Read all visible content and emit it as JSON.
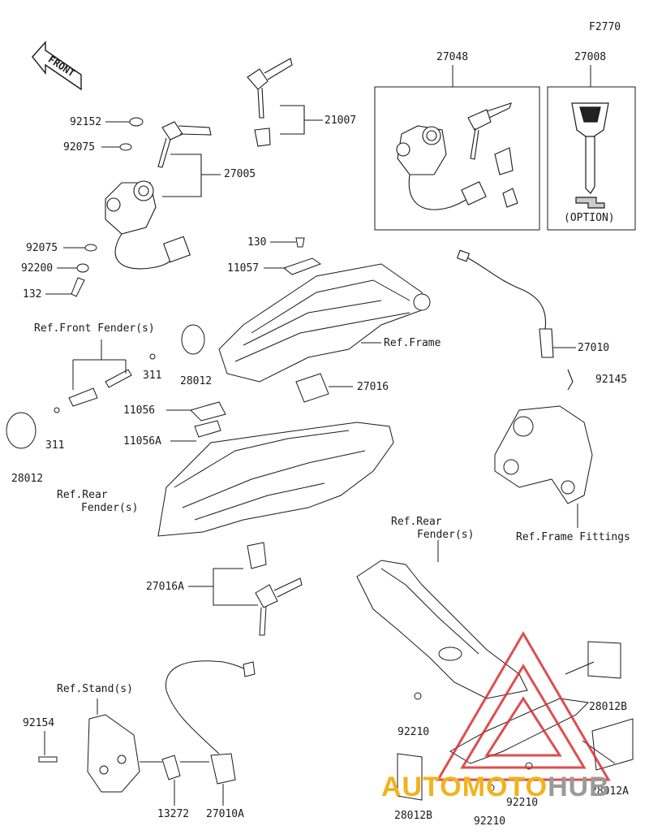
{
  "figure_code": "F2770",
  "front_label": "FRONT",
  "option_label": "(OPTION)",
  "watermark": {
    "part1": "AUTOMOTO",
    "part2": "HUB"
  },
  "labels": [
    {
      "id": "27048",
      "text": "27048"
    },
    {
      "id": "27008",
      "text": "27008"
    },
    {
      "id": "21007",
      "text": "21007"
    },
    {
      "id": "92152",
      "text": "92152"
    },
    {
      "id": "92075a",
      "text": "92075"
    },
    {
      "id": "27005",
      "text": "27005"
    },
    {
      "id": "92075b",
      "text": "92075"
    },
    {
      "id": "92200",
      "text": "92200"
    },
    {
      "id": "132",
      "text": "132"
    },
    {
      "id": "130",
      "text": "130"
    },
    {
      "id": "11057",
      "text": "11057"
    },
    {
      "id": "ref_front_fender",
      "text": "Ref.Front Fender(s)"
    },
    {
      "id": "ref_frame",
      "text": "Ref.Frame"
    },
    {
      "id": "27010",
      "text": "27010"
    },
    {
      "id": "92145",
      "text": "92145"
    },
    {
      "id": "311a",
      "text": "311"
    },
    {
      "id": "28012a",
      "text": "28012"
    },
    {
      "id": "27016",
      "text": "27016"
    },
    {
      "id": "11056",
      "text": "11056"
    },
    {
      "id": "11056A",
      "text": "11056A"
    },
    {
      "id": "311b",
      "text": "311"
    },
    {
      "id": "28012b",
      "text": "28012"
    },
    {
      "id": "ref_rear_fender_1a",
      "text": "Ref.Rear"
    },
    {
      "id": "ref_rear_fender_1b",
      "text": "Fender(s)"
    },
    {
      "id": "ref_frame_fittings",
      "text": "Ref.Frame Fittings"
    },
    {
      "id": "ref_rear_fender_2a",
      "text": "Ref.Rear"
    },
    {
      "id": "ref_rear_fender_2b",
      "text": "Fender(s)"
    },
    {
      "id": "27016A",
      "text": "27016A"
    },
    {
      "id": "ref_stand",
      "text": "Ref.Stand(s)"
    },
    {
      "id": "28012B_r",
      "text": "28012B"
    },
    {
      "id": "92154",
      "text": "92154"
    },
    {
      "id": "92210a",
      "text": "92210"
    },
    {
      "id": "92210b",
      "text": "92210"
    },
    {
      "id": "28012A",
      "text": "28012A"
    },
    {
      "id": "28012B_l",
      "text": "28012B"
    },
    {
      "id": "92210c",
      "text": "92210"
    },
    {
      "id": "13272",
      "text": "13272"
    },
    {
      "id": "27010A",
      "text": "27010A"
    }
  ]
}
